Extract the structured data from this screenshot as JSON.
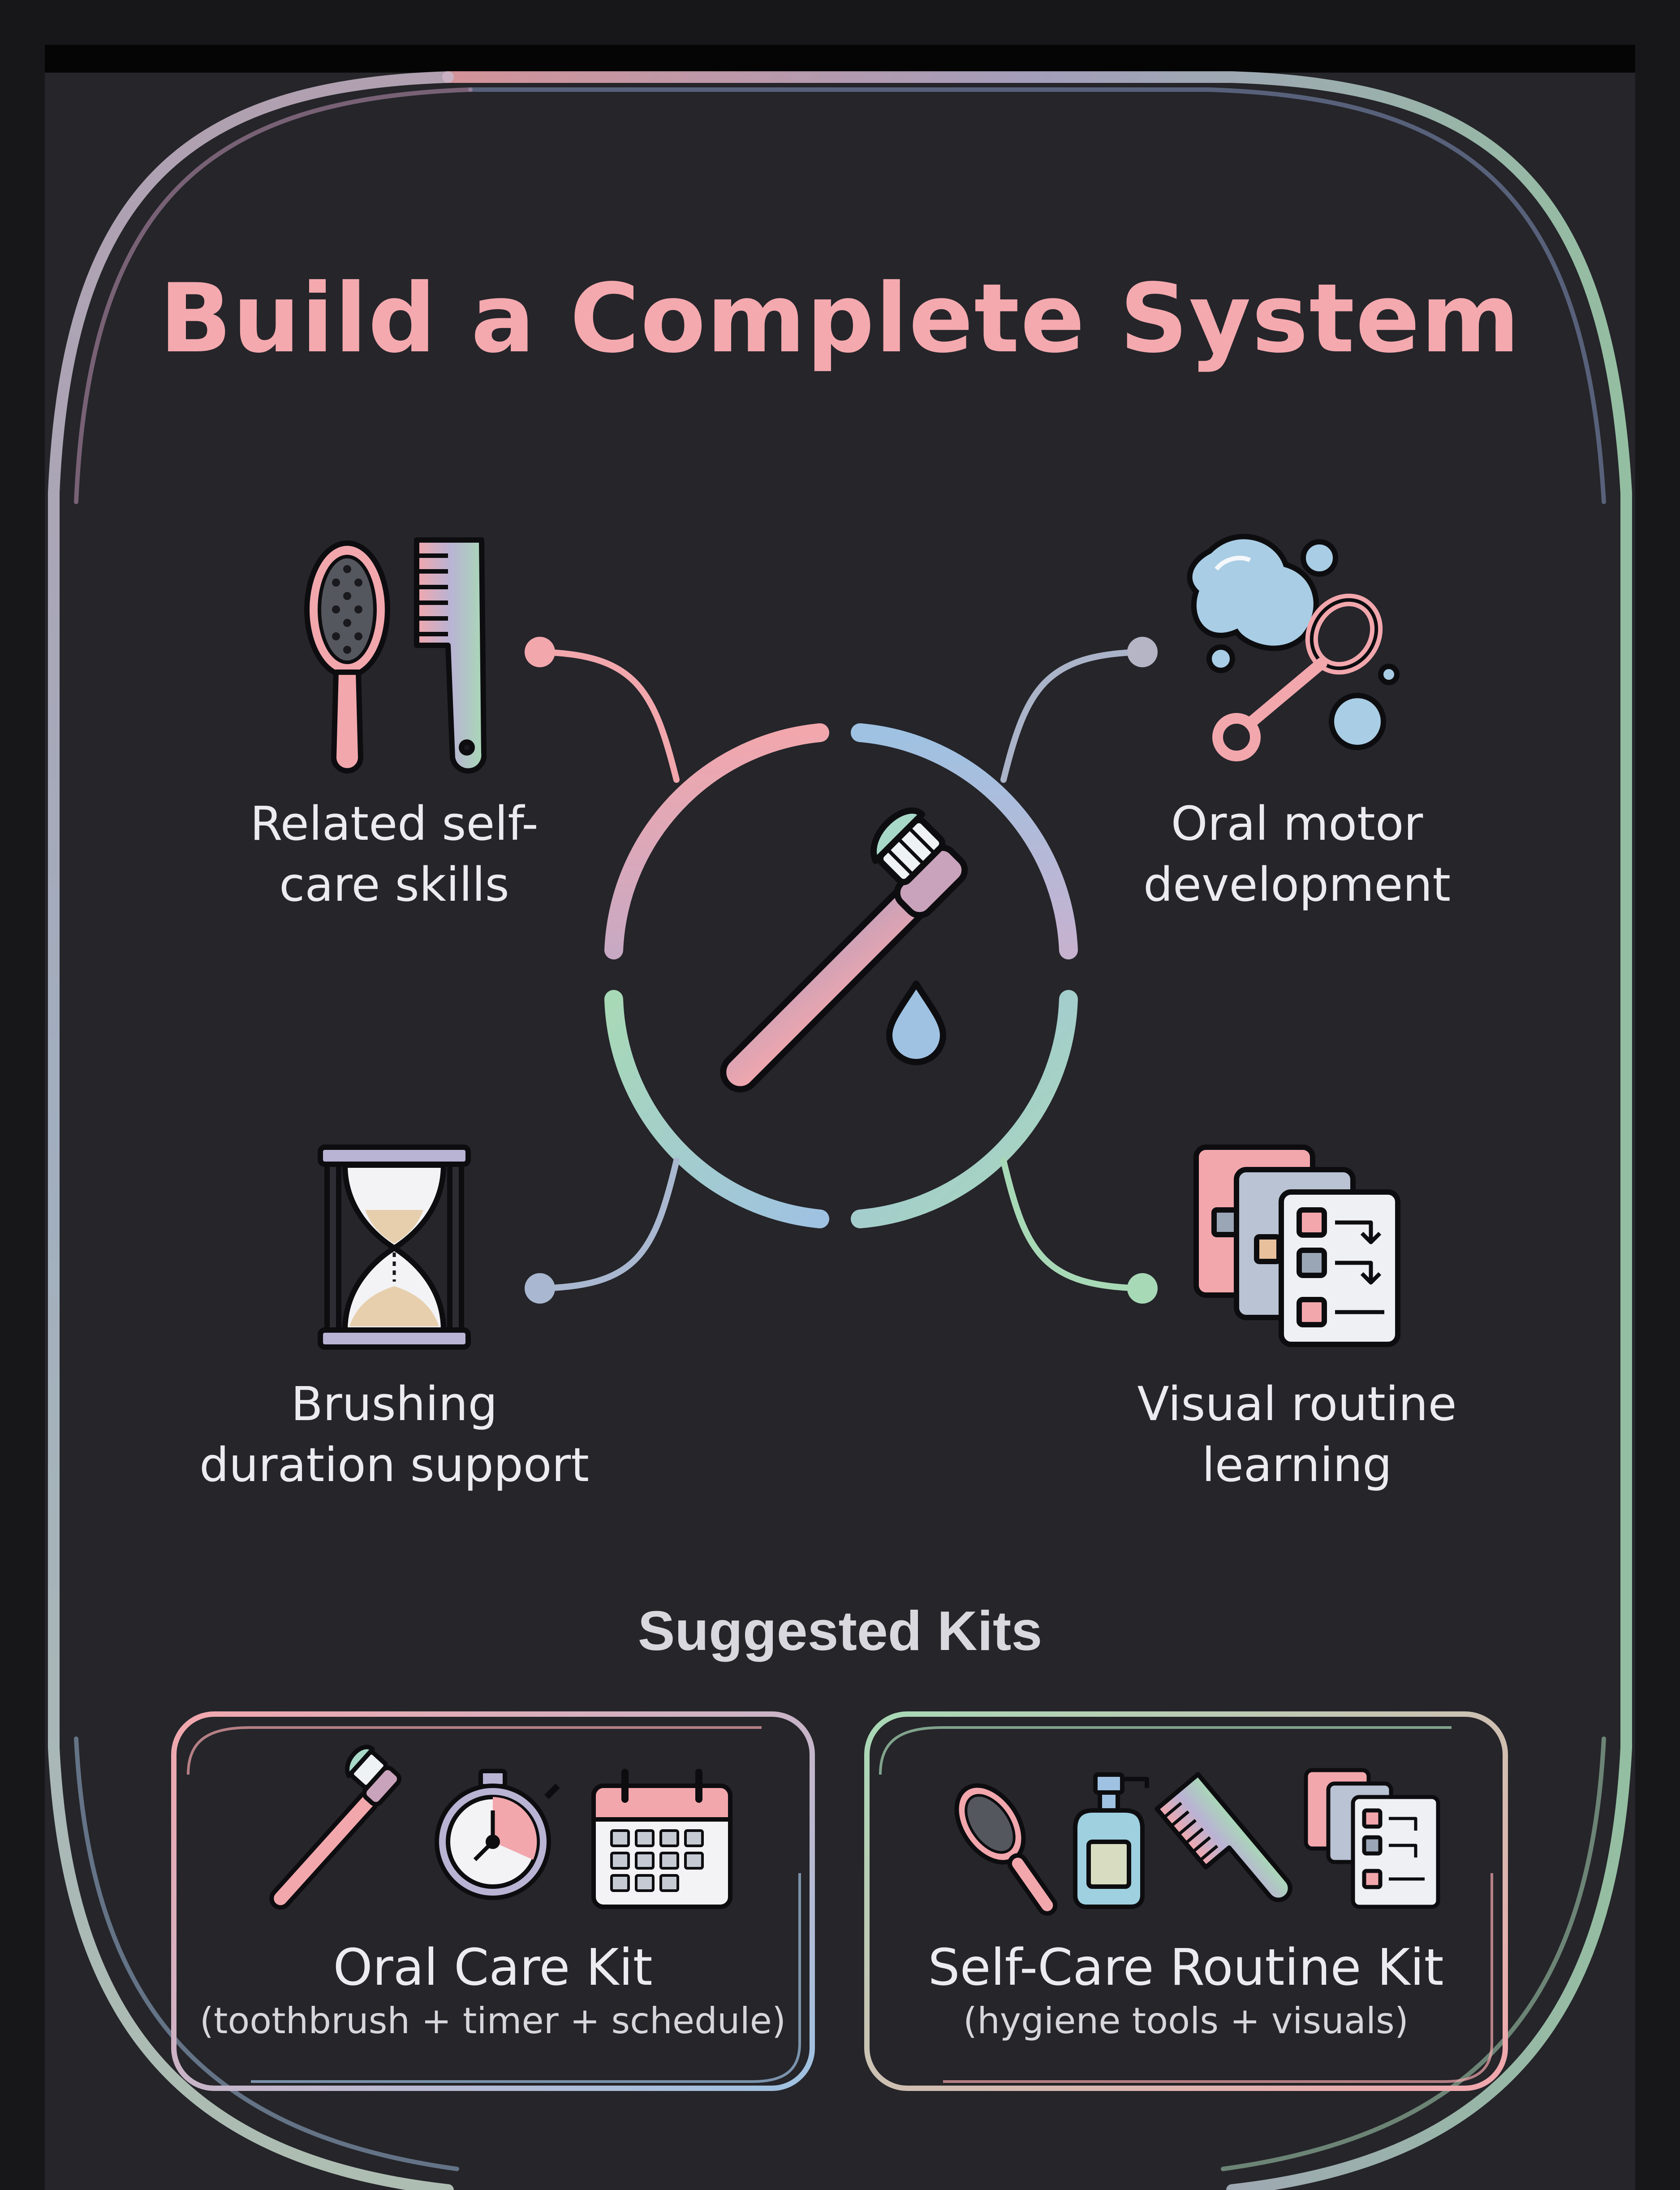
{
  "title": "Build a Complete System",
  "colors": {
    "pink": "#f2a7ad",
    "blue": "#9fc2e2",
    "green": "#a8d9b6",
    "lavender": "#b9b3d4",
    "panel": "#25252a",
    "background": "#17171a"
  },
  "center_icon": "toothbrush-icon",
  "skills": [
    {
      "label_line1": "Related self-",
      "label_line2": "care skills",
      "icon": "hairbrush-comb-icon"
    },
    {
      "label_line1": "Oral motor",
      "label_line2": "development",
      "icon": "bubbles-wand-icon"
    },
    {
      "label_line1": "Brushing",
      "label_line2": "duration support",
      "icon": "hourglass-icon"
    },
    {
      "label_line1": "Visual routine",
      "label_line2": "learning",
      "icon": "visual-schedule-cards-icon"
    }
  ],
  "kits_heading": "Suggested Kits",
  "kits": [
    {
      "name": "Oral Care Kit",
      "description": "(toothbrush + timer + schedule)",
      "icons": [
        "toothbrush-icon",
        "stopwatch-icon",
        "calendar-icon"
      ]
    },
    {
      "name": "Self-Care Routine Kit",
      "description": "(hygiene tools + visuals)",
      "icons": [
        "hairbrush-icon",
        "soap-dispenser-icon",
        "comb-icon",
        "schedule-cards-icon"
      ]
    }
  ]
}
